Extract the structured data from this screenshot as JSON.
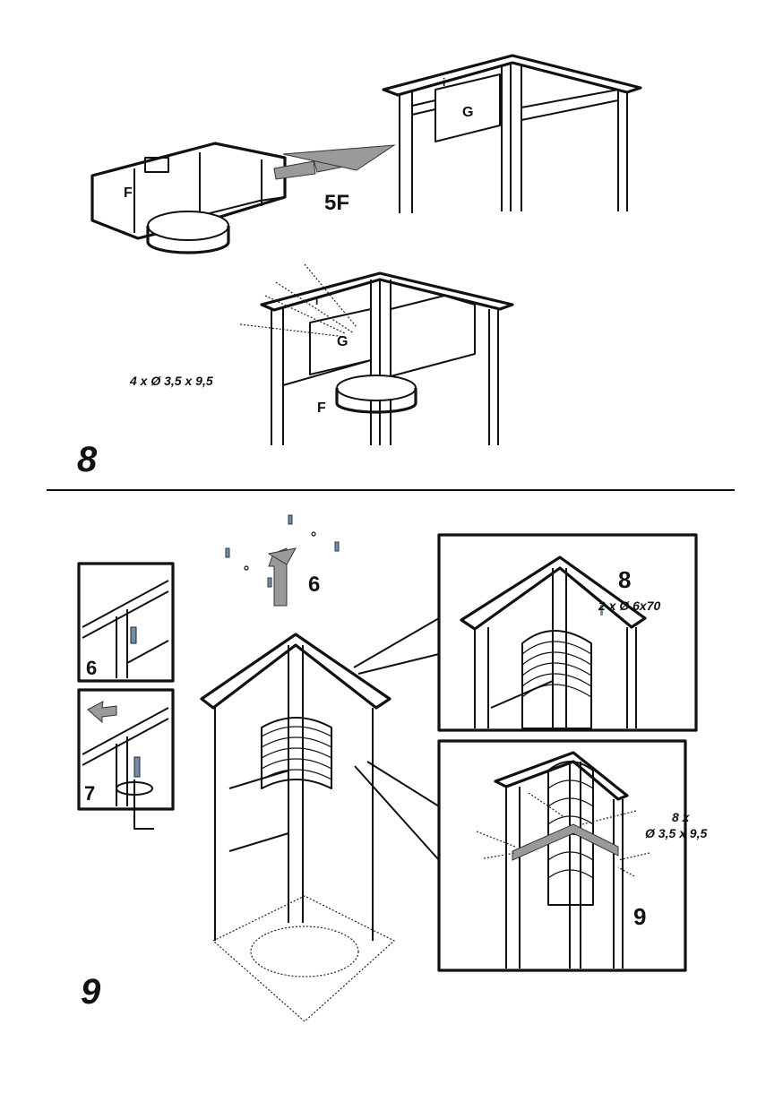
{
  "step8": {
    "number": "8",
    "part_f_label": "F",
    "part_g_label": "G",
    "part_i_label": "i",
    "arrow_label": "5F",
    "screw_spec": "4 x Ø 3,5 x 9,5"
  },
  "step9": {
    "number": "9",
    "inset_6_label": "6",
    "inset_7_label": "7",
    "arrow_6_label": "6",
    "detail_8": {
      "label": "8",
      "screw_spec": "2 x Ø 6x70"
    },
    "detail_9": {
      "label": "9",
      "screw_count": "8 x",
      "screw_spec": "Ø 3,5 x 9,5"
    }
  },
  "colors": {
    "line": "#111111",
    "fill_gray": "#9a9a9a",
    "screw_blue": "#6f8fa8"
  }
}
